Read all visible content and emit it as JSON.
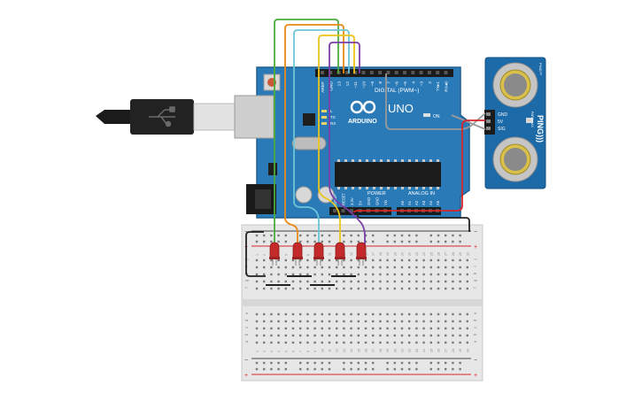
{
  "arduino": {
    "model": "UNO",
    "brand": "ARDUINO",
    "digital_header": "DIGITAL (PWM~)",
    "power_header": "POWER",
    "analog_header": "ANALOG IN",
    "on_label": "ON",
    "digital_pins": [
      "AREF",
      "GND",
      "13",
      "12",
      "~11",
      "~10",
      "~9",
      "8",
      "7",
      "~6",
      "~5",
      "4",
      "~3",
      "2",
      "TX▸1",
      "RX◂0"
    ],
    "power_pins": [
      "IOREF",
      "RESET",
      "3.3V",
      "5V",
      "GND",
      "GND",
      "Vin"
    ],
    "analog_pins": [
      "A0",
      "A1",
      "A2",
      "A3",
      "A4",
      "A5"
    ],
    "side_labels": [
      "L",
      "TX",
      "RX"
    ]
  },
  "sensor": {
    "name": "PING)))",
    "pins": [
      "GND",
      "5V",
      "SIG"
    ],
    "brand_text": "PARALLAX",
    "corner_text": "PING™"
  },
  "breadboard": {
    "row_letters_top": [
      "j",
      "i",
      "h",
      "g",
      "f"
    ],
    "row_letters_bottom": [
      "e",
      "d",
      "c",
      "b",
      "a"
    ],
    "column_numbers": [
      "1",
      "2",
      "3",
      "4",
      "5",
      "6",
      "7",
      "8",
      "9",
      "10",
      "11",
      "12",
      "13",
      "14",
      "15",
      "16",
      "17",
      "18",
      "19",
      "20",
      "21",
      "22",
      "23",
      "24",
      "25",
      "26",
      "27",
      "28",
      "29",
      "30"
    ],
    "rail_plus": "+",
    "rail_minus": "−"
  },
  "colors": {
    "board": "#2a7ab8",
    "board_dark": "#1f5e91",
    "sensor_board": "#1d6aa8",
    "led": "#c42a2a",
    "wire_green": "#4aab3c",
    "wire_orange": "#e98a16",
    "wire_cyan": "#6cc6d8",
    "wire_yellow": "#ecc51a",
    "wire_purple": "#7b3ea6",
    "wire_gray": "#9a9a9a",
    "wire_red": "#d7262b",
    "wire_black": "#222222"
  }
}
